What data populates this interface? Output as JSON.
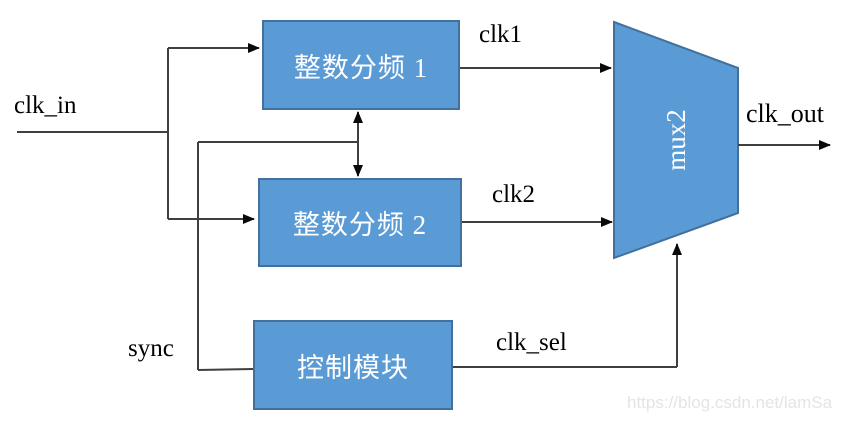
{
  "diagram": {
    "title_hint": "clock divider with mux block diagram",
    "blocks": {
      "divider1": {
        "label": "整数分频 1"
      },
      "divider2": {
        "label": "整数分频 2"
      },
      "control": {
        "label": "控制模块"
      },
      "mux": {
        "label": "mux2"
      }
    },
    "signals": {
      "clk_in": "clk_in",
      "clk1": "clk1",
      "clk2": "clk2",
      "clk_out": "clk_out",
      "sync": "sync",
      "clk_sel": "clk_sel"
    },
    "colors": {
      "block_fill": "#5B9BD5",
      "block_border": "#41719C",
      "wire": "#3F3F3F",
      "arrow": "#0A0A0A",
      "block_text": "#FFFFFF",
      "label_text": "#000000",
      "watermark": "#E4E4E8",
      "background": "#FFFFFF"
    },
    "watermark": "https://blog.csdn.net/lamSa"
  }
}
